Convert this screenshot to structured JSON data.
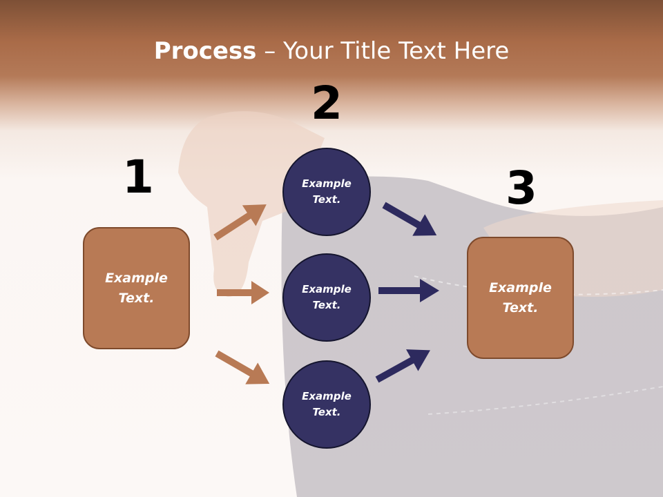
{
  "title": {
    "bold": "Process",
    "rest": " – Your Title Text Here"
  },
  "steps": [
    {
      "number": "1",
      "text": "Example Text."
    },
    {
      "number": "2",
      "text": ""
    },
    {
      "number": "3",
      "text": "Example Text."
    }
  ],
  "circles": [
    {
      "text": "Example Text."
    },
    {
      "text": "Example Text."
    },
    {
      "text": "Example Text."
    }
  ],
  "colors": {
    "box_fill": "#b87a55",
    "box_border": "#7e4a2c",
    "circle_fill": "#353263",
    "left_arrow": "#b87a55",
    "right_arrow": "#2d2a5e",
    "header_band": "#a96b48"
  }
}
